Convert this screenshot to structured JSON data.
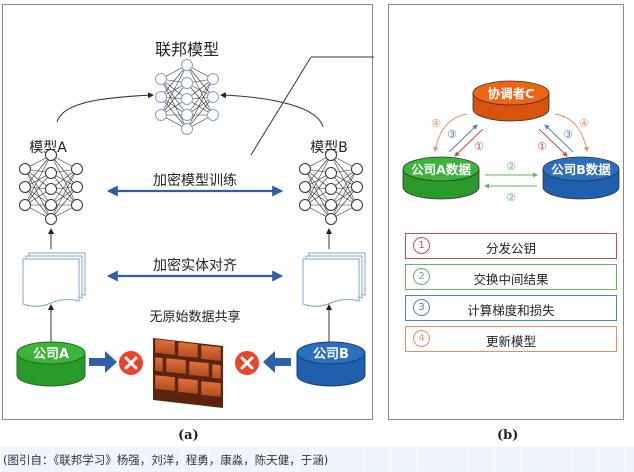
{
  "panel_a": {
    "federated_model_label": "联邦模型",
    "model_a_label": "模型A",
    "model_b_label": "模型B",
    "encrypted_training_label": "加密模型训练",
    "encrypted_alignment_label": "加密实体对齐",
    "no_raw_sharing_label": "无原始数据共享",
    "company_a_label": "公司A",
    "company_b_label": "公司B",
    "sublabel": "(a)"
  },
  "panel_b": {
    "coordinator_label": "协调者C",
    "company_a_data_label": "公司A数据",
    "company_b_data_label": "公司B数据",
    "step_marks": [
      "①",
      "②",
      "③",
      "④"
    ],
    "legend": [
      {
        "num": "1",
        "text": "分发公钥",
        "color": "#c0504d"
      },
      {
        "num": "2",
        "text": "交换中间结果",
        "color": "#5cb85c"
      },
      {
        "num": "3",
        "text": "计算梯度和损失",
        "color": "#4f81bd"
      },
      {
        "num": "4",
        "text": "更新模型",
        "color": "#e8905a"
      }
    ],
    "sublabel": "(b)"
  },
  "colors": {
    "company_a_green": "#2ea02c",
    "company_b_blue": "#1f5fae",
    "coordinator_orange": "#f06414",
    "arrow_blue": "#2f5fa8",
    "error_red": "#e8452c",
    "brick": "#c8552a"
  },
  "caption": "(图引自：《联邦学习》杨强，刘洋，程勇，康淼，陈天健，于涵)"
}
